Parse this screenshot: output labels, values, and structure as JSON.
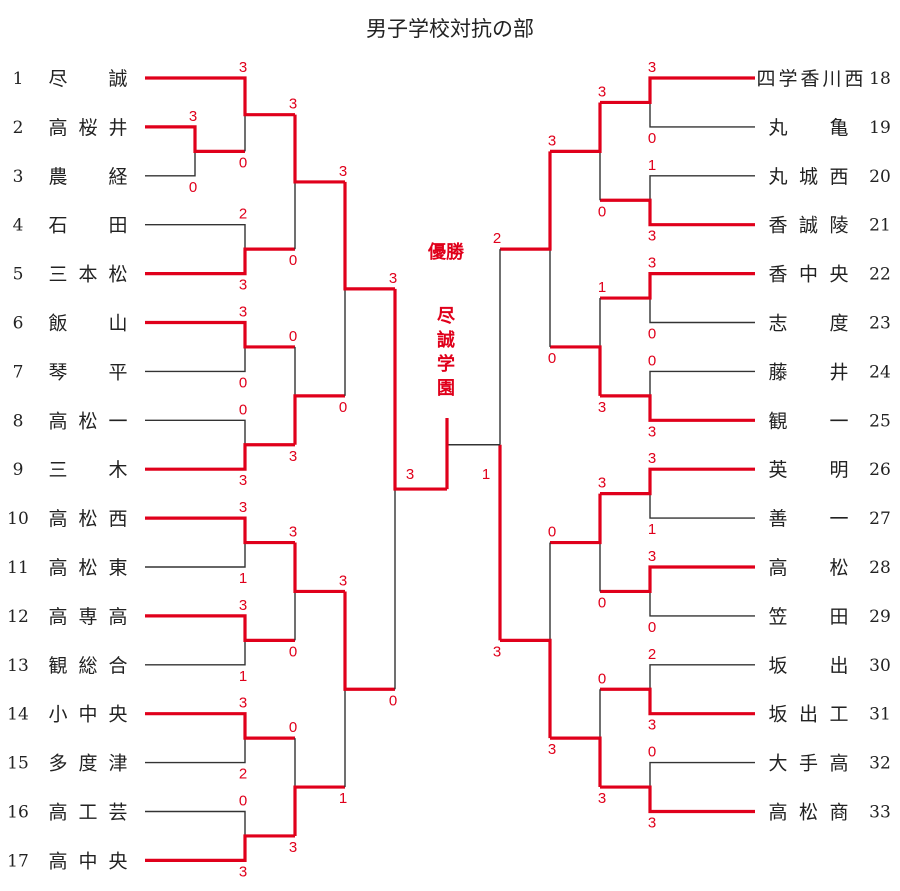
{
  "title": "男子学校対抗の部",
  "champion": {
    "label": "優勝",
    "school": "尽誠学園"
  },
  "left_teams": [
    {
      "no": "1",
      "name": "尽誠"
    },
    {
      "no": "2",
      "name": "高桜井"
    },
    {
      "no": "3",
      "name": "農経"
    },
    {
      "no": "4",
      "name": "石田"
    },
    {
      "no": "5",
      "name": "三本松"
    },
    {
      "no": "6",
      "name": "飯山"
    },
    {
      "no": "7",
      "name": "琴平"
    },
    {
      "no": "8",
      "name": "高松一"
    },
    {
      "no": "9",
      "name": "三木"
    },
    {
      "no": "10",
      "name": "高松西"
    },
    {
      "no": "11",
      "name": "高松東"
    },
    {
      "no": "12",
      "name": "高専高"
    },
    {
      "no": "13",
      "name": "観総合"
    },
    {
      "no": "14",
      "name": "小中央"
    },
    {
      "no": "15",
      "name": "多度津"
    },
    {
      "no": "16",
      "name": "高工芸"
    },
    {
      "no": "17",
      "name": "高中央"
    }
  ],
  "right_teams": [
    {
      "no": "18",
      "name": "四学香川西"
    },
    {
      "no": "19",
      "name": "丸亀"
    },
    {
      "no": "20",
      "name": "丸城西"
    },
    {
      "no": "21",
      "name": "香誠陵"
    },
    {
      "no": "22",
      "name": "香中央"
    },
    {
      "no": "23",
      "name": "志度"
    },
    {
      "no": "24",
      "name": "藤井"
    },
    {
      "no": "25",
      "name": "観一"
    },
    {
      "no": "26",
      "name": "英明"
    },
    {
      "no": "27",
      "name": "善一"
    },
    {
      "no": "28",
      "name": "高松"
    },
    {
      "no": "29",
      "name": "笠田"
    },
    {
      "no": "30",
      "name": "坂出"
    },
    {
      "no": "31",
      "name": "坂出工"
    },
    {
      "no": "32",
      "name": "大手高"
    },
    {
      "no": "33",
      "name": "高松商"
    }
  ],
  "scores": {
    "l_pre": [
      "3",
      "0"
    ],
    "l_r1": [
      "3",
      "0",
      "2",
      "3",
      "3",
      "0",
      "0",
      "3",
      "3",
      "1",
      "3",
      "1",
      "3",
      "2",
      "0",
      "3"
    ],
    "l_r2": [
      "3",
      "0",
      "0",
      "3",
      "3",
      "0",
      "0",
      "3"
    ],
    "l_r3": [
      "3",
      "0",
      "3",
      "1"
    ],
    "l_r4": [
      "3",
      "0"
    ],
    "r_r1": [
      "3",
      "0",
      "1",
      "3",
      "3",
      "0",
      "0",
      "3",
      "3",
      "1",
      "3",
      "0",
      "2",
      "3",
      "0",
      "3"
    ],
    "r_r2": [
      "3",
      "0",
      "1",
      "3",
      "3",
      "0",
      "0",
      "3"
    ],
    "r_r3": [
      "3",
      "0",
      "0",
      "3"
    ],
    "r_r4": [
      "2",
      "3"
    ],
    "final": [
      "3",
      "1"
    ]
  }
}
